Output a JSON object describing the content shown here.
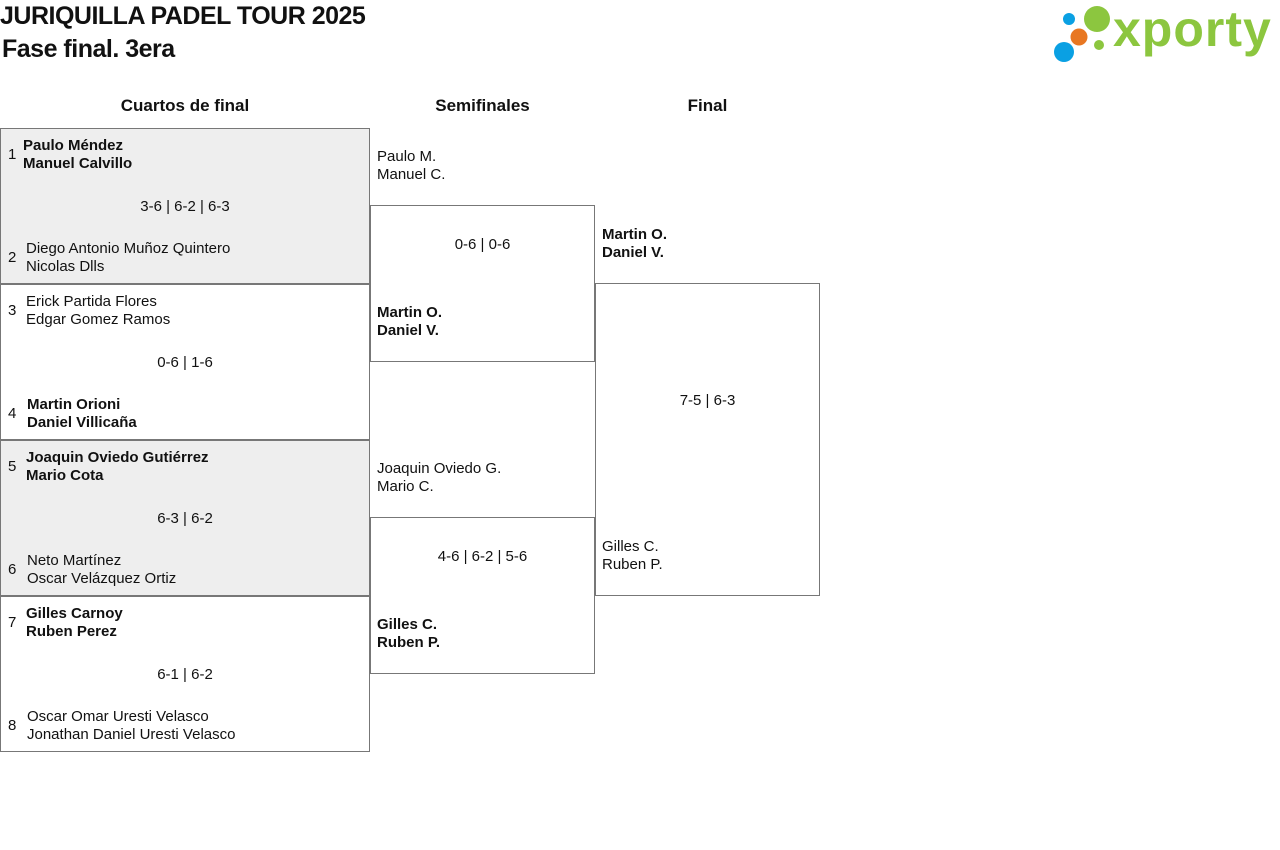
{
  "header": {
    "title": "JURIQUILLA PADEL TOUR 2025",
    "subtitle": "Fase final. 3era"
  },
  "logo": {
    "text": "xporty",
    "colors": [
      "#0aa0e3",
      "#e87722",
      "#8cc63f"
    ]
  },
  "rounds": {
    "quarterfinals": "Cuartos de final",
    "semifinals": "Semifinales",
    "final": "Final"
  },
  "quarterfinals": [
    {
      "top": {
        "seed": "1",
        "p1": "Paulo Méndez",
        "p2": "Manuel Calvillo"
      },
      "score": "3-6 | 6-2 | 6-3",
      "bottom": {
        "seed": "2",
        "p1": "Diego Antonio Muñoz Quintero",
        "p2": "Nicolas Dlls"
      }
    },
    {
      "top": {
        "seed": "3",
        "p1": "Erick Partida Flores",
        "p2": "Edgar Gomez Ramos"
      },
      "score": "0-6 | 1-6",
      "bottom": {
        "seed": "4",
        "p1": "Martin Orioni",
        "p2": "Daniel Villicaña"
      }
    },
    {
      "top": {
        "seed": "5",
        "p1": "Joaquin Oviedo Gutiérrez",
        "p2": "Mario Cota"
      },
      "score": "6-3 | 6-2",
      "bottom": {
        "seed": "6",
        "p1": "Neto Martínez",
        "p2": "Oscar Velázquez Ortiz"
      }
    },
    {
      "top": {
        "seed": "7",
        "p1": "Gilles Carnoy",
        "p2": "Ruben Perez"
      },
      "score": "6-1 | 6-2",
      "bottom": {
        "seed": "8",
        "p1": "Oscar Omar Uresti Velasco",
        "p2": "Jonathan Daniel Uresti Velasco"
      }
    }
  ],
  "semifinals": [
    {
      "top": {
        "p1": "Paulo M.",
        "p2": "Manuel C."
      },
      "score": "0-6 | 0-6",
      "bottom": {
        "p1": "Martin O.",
        "p2": "Daniel V."
      }
    },
    {
      "top": {
        "p1": "Joaquin Oviedo G.",
        "p2": "Mario C."
      },
      "score": "4-6 | 6-2 | 5-6",
      "bottom": {
        "p1": "Gilles C.",
        "p2": "Ruben P."
      }
    }
  ],
  "final": {
    "top": {
      "p1": "Martin O.",
      "p2": "Daniel V."
    },
    "score": "7-5 | 6-3",
    "bottom": {
      "p1": "Gilles C.",
      "p2": "Ruben P."
    }
  }
}
